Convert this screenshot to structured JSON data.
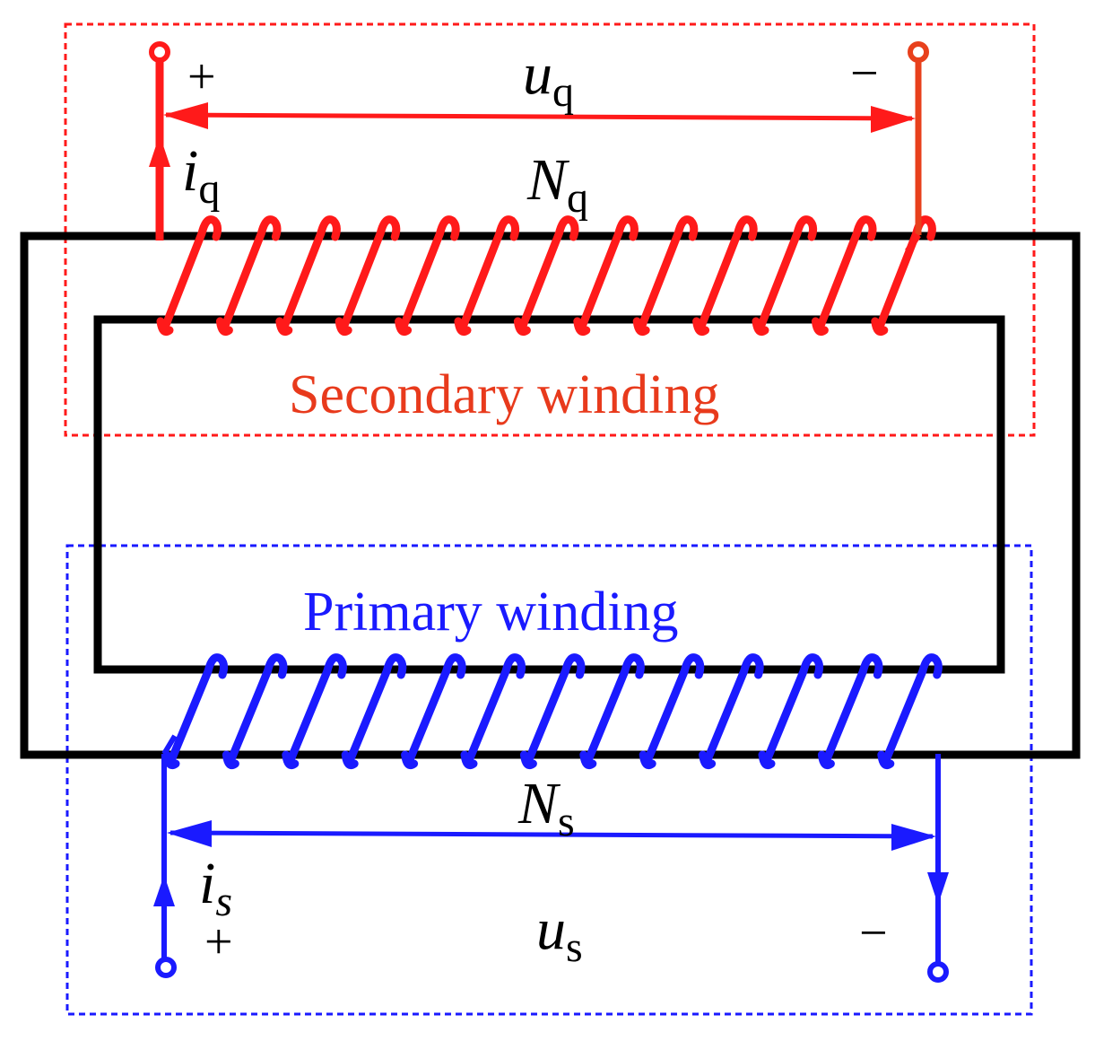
{
  "colors": {
    "core": "#000000",
    "secondary": "#ff1a1a",
    "secondary_terminal": "#e8401c",
    "primary": "#1a1aff",
    "label_secondary": "#e83a1c",
    "label_primary": "#1a1aff",
    "text": "#000000"
  },
  "secondary": {
    "label": "Secondary winding",
    "voltage_symbol": "u",
    "voltage_sub": "q",
    "turns_symbol": "N",
    "turns_sub": "q",
    "current_symbol": "i",
    "current_sub": "q",
    "plus": "+",
    "minus": "−",
    "turn_count": 13
  },
  "primary": {
    "label": "Primary winding",
    "voltage_symbol": "u",
    "voltage_sub": "s",
    "turns_symbol": "N",
    "turns_sub": "s",
    "current_symbol": "i",
    "current_sub": "s",
    "plus": "+",
    "minus": "−",
    "turn_count": 13
  },
  "icons": {
    "terminal": "terminal-circle-icon",
    "arrow": "arrowhead-icon"
  }
}
